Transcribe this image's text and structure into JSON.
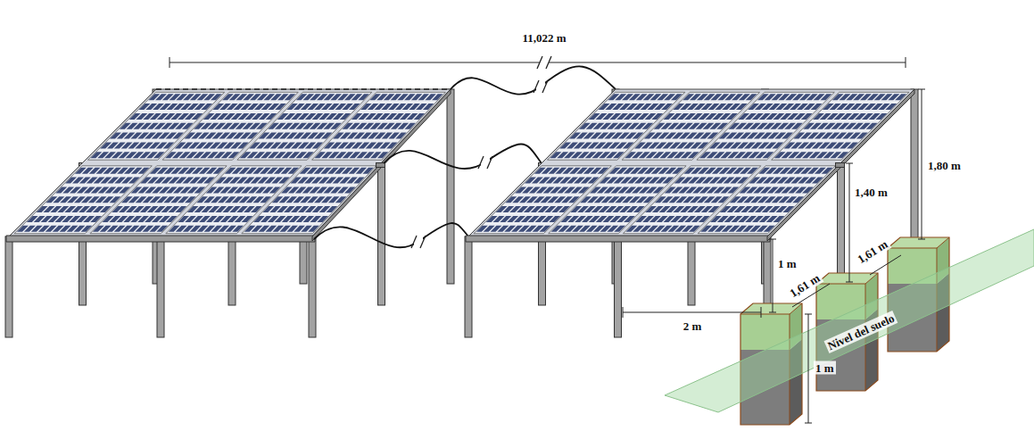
{
  "diagram": {
    "labels": [
      "11,022 m",
      "1,80 m",
      "1,40 m",
      "1 m",
      "2 m",
      "1,61 m",
      "1,61 m",
      "Nivel del suelo",
      "1 m"
    ]
  }
}
